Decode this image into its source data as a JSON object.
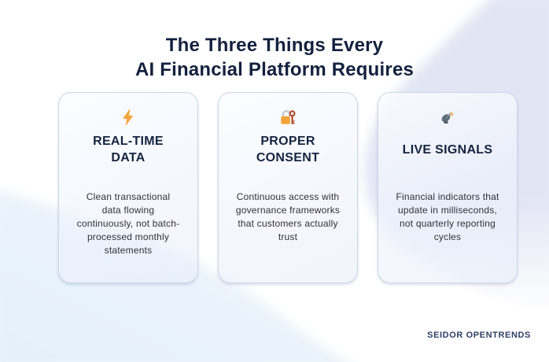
{
  "title": {
    "line1": "The Three Things Every",
    "line2": "AI Financial Platform Requires"
  },
  "cards": [
    {
      "icon": "lightning-bolt-icon",
      "heading": "REAL-TIME DATA",
      "body": "Clean transactional data flowing continuously, not batch-processed monthly statements"
    },
    {
      "icon": "locked-with-key-icon",
      "heading": "PROPER CONSENT",
      "body": "Continuous access with governance frameworks that customers actually trust"
    },
    {
      "icon": "satellite-antenna-icon",
      "heading": "LIVE SIGNALS",
      "body": "Financial indicators that update in milliseconds, not quarterly reporting cycles"
    }
  ],
  "footer": {
    "brand": "SEIDOR OPENTRENDS"
  },
  "colors": {
    "title_navy": "#13213E",
    "heading_navy": "#16243F",
    "body_text": "#2F3137",
    "accent_orange": "#F5A43B",
    "key_red": "#B04A2E",
    "dish_gray": "#5E6D78",
    "lavender_wave": "#E2E5F4",
    "blue_wave": "#EAF3FB",
    "card_border": "#CDD6E8",
    "footer_navy": "#2F4066"
  }
}
